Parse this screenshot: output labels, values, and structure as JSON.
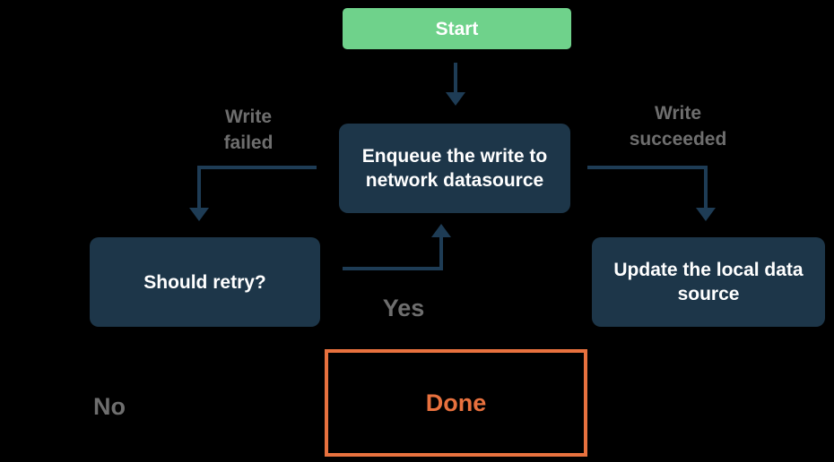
{
  "colors": {
    "background": "#000000",
    "start_fill": "#6FD28B",
    "node_fill": "#1D3649",
    "node_text": "#FFFFFF",
    "connector": "#1E3C55",
    "label_text": "#6E6E6E",
    "done_accent": "#E8713E"
  },
  "nodes": {
    "start": {
      "label": "Start"
    },
    "enqueue": {
      "label": "Enqueue the write to network datasource"
    },
    "should_retry": {
      "label": "Should retry?"
    },
    "update_local": {
      "label": "Update the local data source"
    },
    "done": {
      "label": "Done"
    }
  },
  "edges": {
    "write_failed": {
      "label": "Write\nfailed"
    },
    "write_succeeded": {
      "label": "Write\nsucceeded"
    },
    "yes": {
      "label": "Yes"
    },
    "no": {
      "label": "No"
    }
  }
}
